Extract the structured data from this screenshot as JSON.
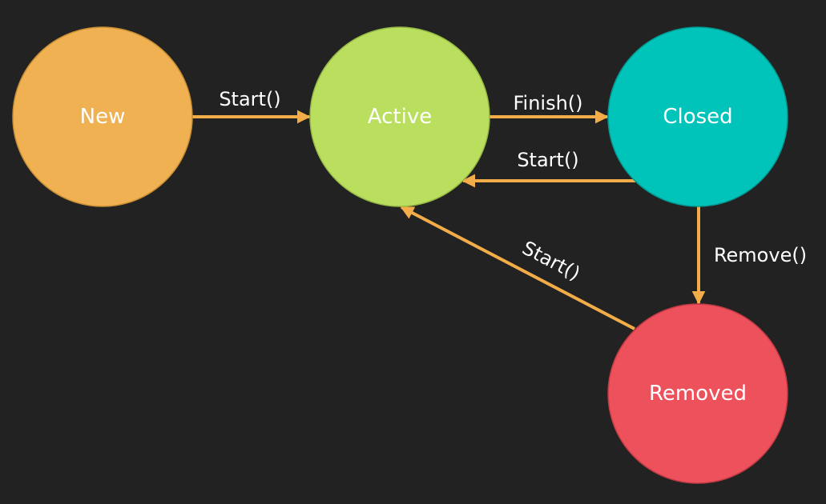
{
  "diagram": {
    "background": "#222222",
    "edge_color": "#f2ad48",
    "nodes": [
      {
        "id": "new",
        "label": "New",
        "color": "#efb152"
      },
      {
        "id": "active",
        "label": "Active",
        "color": "#badf5f"
      },
      {
        "id": "closed",
        "label": "Closed",
        "color": "#00c4ba"
      },
      {
        "id": "removed",
        "label": "Removed",
        "color": "#ec515c"
      }
    ],
    "edges": [
      {
        "from": "new",
        "to": "active",
        "label": "Start()"
      },
      {
        "from": "active",
        "to": "closed",
        "label": "Finish()"
      },
      {
        "from": "closed",
        "to": "active",
        "label": "Start()"
      },
      {
        "from": "closed",
        "to": "removed",
        "label": "Remove()"
      },
      {
        "from": "removed",
        "to": "active",
        "label": "Start()"
      }
    ]
  }
}
